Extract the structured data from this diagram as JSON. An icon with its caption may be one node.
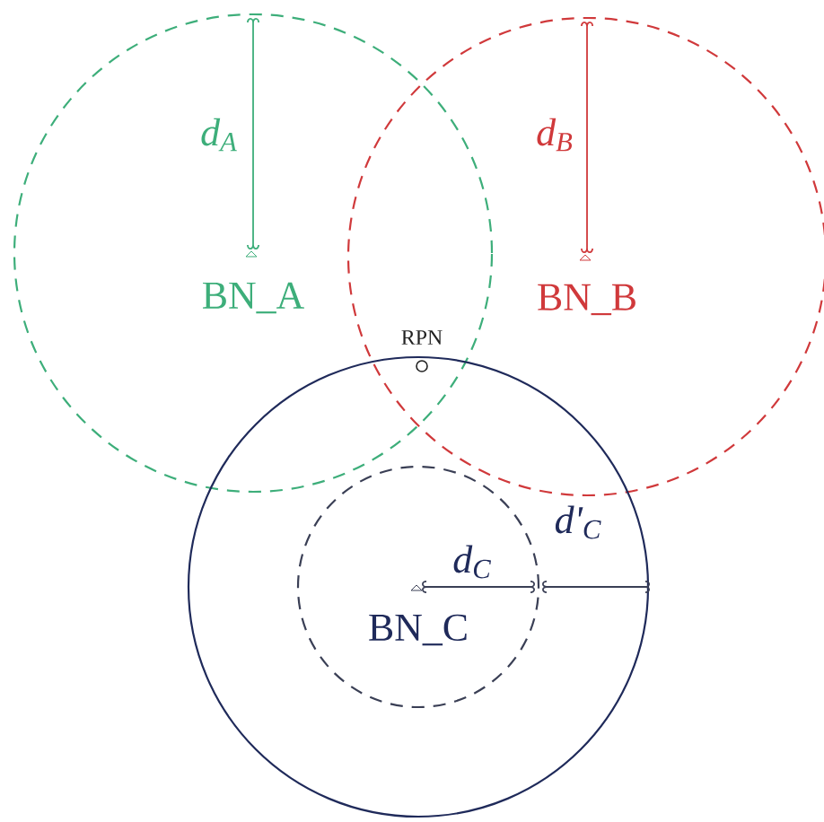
{
  "diagram": {
    "nodes": [
      {
        "text": [
          "BN_A"
        ]
      },
      {
        "text": [
          "BN_B"
        ]
      },
      {
        "text": [
          "RPN"
        ]
      },
      {
        "text": [
          "BN_C"
        ]
      }
    ],
    "labels": [
      "d$_{A}$",
      "d$_{B}$",
      "d'$_{C}$",
      "d$_{C}$"
    ]
  }
}
